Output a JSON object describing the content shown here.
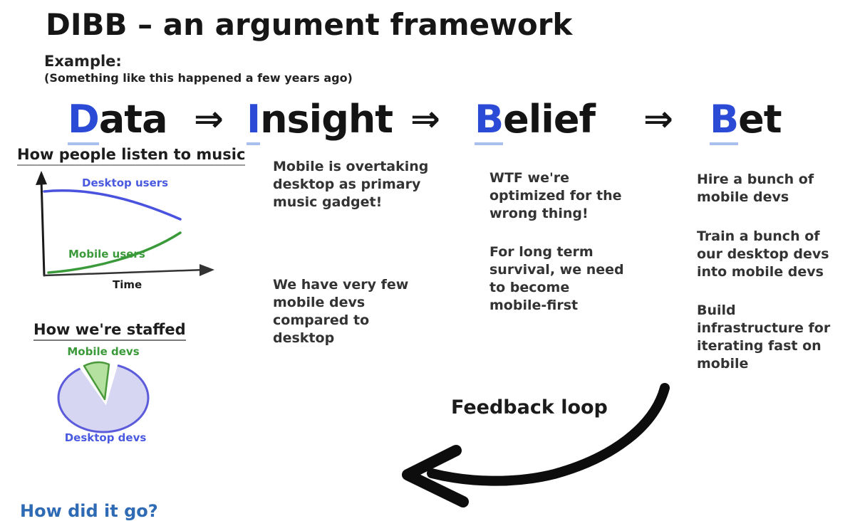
{
  "title": "DIBB – an argument framework",
  "example": {
    "label": "Example:",
    "note": "(Something like this happened a few years ago)"
  },
  "header": {
    "arrow": "⇒",
    "columns": [
      {
        "initial": "D",
        "rest": "ata"
      },
      {
        "initial": "I",
        "rest": "nsight"
      },
      {
        "initial": "B",
        "rest": "elief"
      },
      {
        "initial": "B",
        "rest": "et"
      }
    ]
  },
  "data_column": {
    "line_chart": {
      "heading": "How people listen to music",
      "desktop_label": "Desktop users",
      "mobile_label": "Mobile users",
      "time_label": "Time"
    },
    "pie_chart": {
      "heading": "How we're staffed",
      "mobile_label": "Mobile devs",
      "desktop_label": "Desktop devs"
    }
  },
  "insight_column": {
    "items": [
      "Mobile is overtaking\ndesktop as primary\nmusic gadget!",
      "We have very few\nmobile devs\ncompared to\ndesktop"
    ]
  },
  "belief_column": {
    "items": [
      "WTF we're\noptimized for the\nwrong thing!",
      "For long term\nsurvival, we need\nto become\nmobile-first"
    ]
  },
  "bet_column": {
    "items": [
      "Hire a bunch of\nmobile devs",
      "Train a bunch of\nour desktop devs\ninto mobile devs",
      "Build\ninfrastructure for\niterating fast on\nmobile"
    ]
  },
  "feedback": {
    "label": "Feedback loop"
  },
  "footer": {
    "partial_text": "How did it go?"
  },
  "colors": {
    "accent_blue": "#2b4bd7",
    "initial_underline": "#a9c0ef",
    "desktop_line": "#4a53dd",
    "mobile_line": "#3a9a3a",
    "pie_fill": "#d6d6f2",
    "pie_stroke": "#5b5bdb",
    "wedge_fill": "#b4e0a0",
    "wedge_stroke": "#4a9a3c",
    "ink": "#1b1b1b"
  },
  "chart_data": [
    {
      "type": "line",
      "title": "How people listen to music",
      "xlabel": "Time",
      "ylabel": "",
      "x": [
        0,
        1,
        2,
        3,
        4,
        5
      ],
      "series": [
        {
          "name": "Desktop users",
          "color": "#4a53dd",
          "values": [
            90,
            90,
            88,
            84,
            78,
            70
          ]
        },
        {
          "name": "Mobile users",
          "color": "#3a9a3a",
          "values": [
            8,
            11,
            15,
            22,
            32,
            48
          ]
        }
      ],
      "grid": false,
      "legend_position": "inline-labels",
      "note": "hand-drawn sketch, unlabeled axes, desktop declining while mobile rises over time"
    },
    {
      "type": "pie",
      "title": "How we're staffed",
      "slices": [
        {
          "label": "Desktop devs",
          "value": 92,
          "color": "#d6d6f2"
        },
        {
          "label": "Mobile devs",
          "value": 8,
          "color": "#b4e0a0"
        }
      ],
      "note": "small exploded green wedge at top for mobile devs"
    }
  ]
}
